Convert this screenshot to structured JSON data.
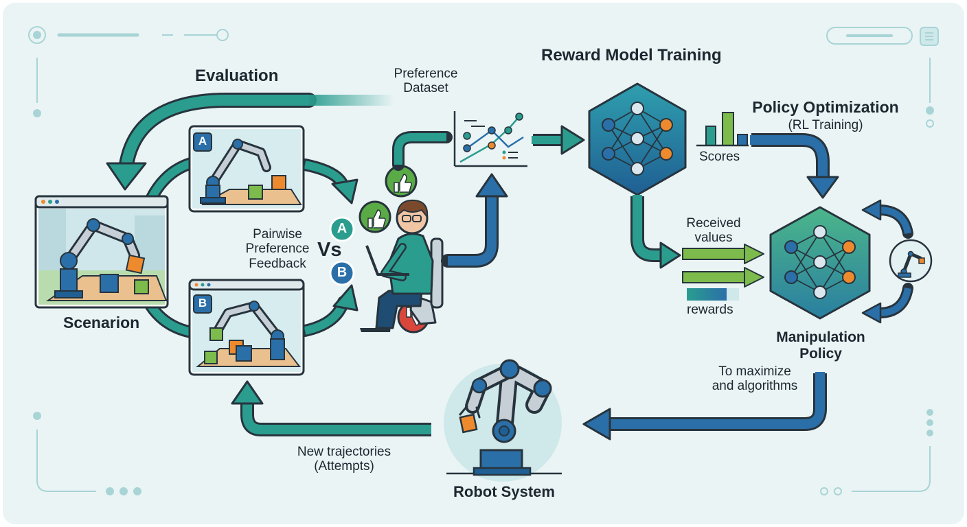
{
  "labels": {
    "evaluation": "Evaluation",
    "preference_dataset_1": "Preference",
    "preference_dataset_2": "Dataset",
    "reward_model_training": "Reward Model Training",
    "policy_optimization": "Policy Optimization",
    "rl_training": "(RL Training)",
    "scores": "Scores",
    "received_values_1": "Received",
    "received_values_2": "values",
    "rewards": "rewards",
    "manipulation_policy_1": "Manipulation",
    "manipulation_policy_2": "Policy",
    "to_maximize_1": "To maximize",
    "to_maximize_2": "and algorithms",
    "new_trajectories_1": "New trajectories",
    "new_trajectories_2": "(Attempts)",
    "robot_system": "Robot System",
    "scenarion": "Scenarion",
    "pairwise_1": "Pairwise",
    "pairwise_2": "Preference",
    "pairwise_3": "Feedback",
    "vs": "Vs",
    "option_a": "A",
    "option_b": "B",
    "panel_a_tag": "A",
    "panel_b_tag": "B"
  },
  "colors": {
    "background": "#eaf4f5",
    "teal": "#2a9d8f",
    "blue": "#2b6fa8",
    "green": "#7dbb4c",
    "orange": "#ee8a2e",
    "outline": "#27343d",
    "thumbs_up": "#5aab46",
    "thumbs_down": "#d9473c"
  }
}
